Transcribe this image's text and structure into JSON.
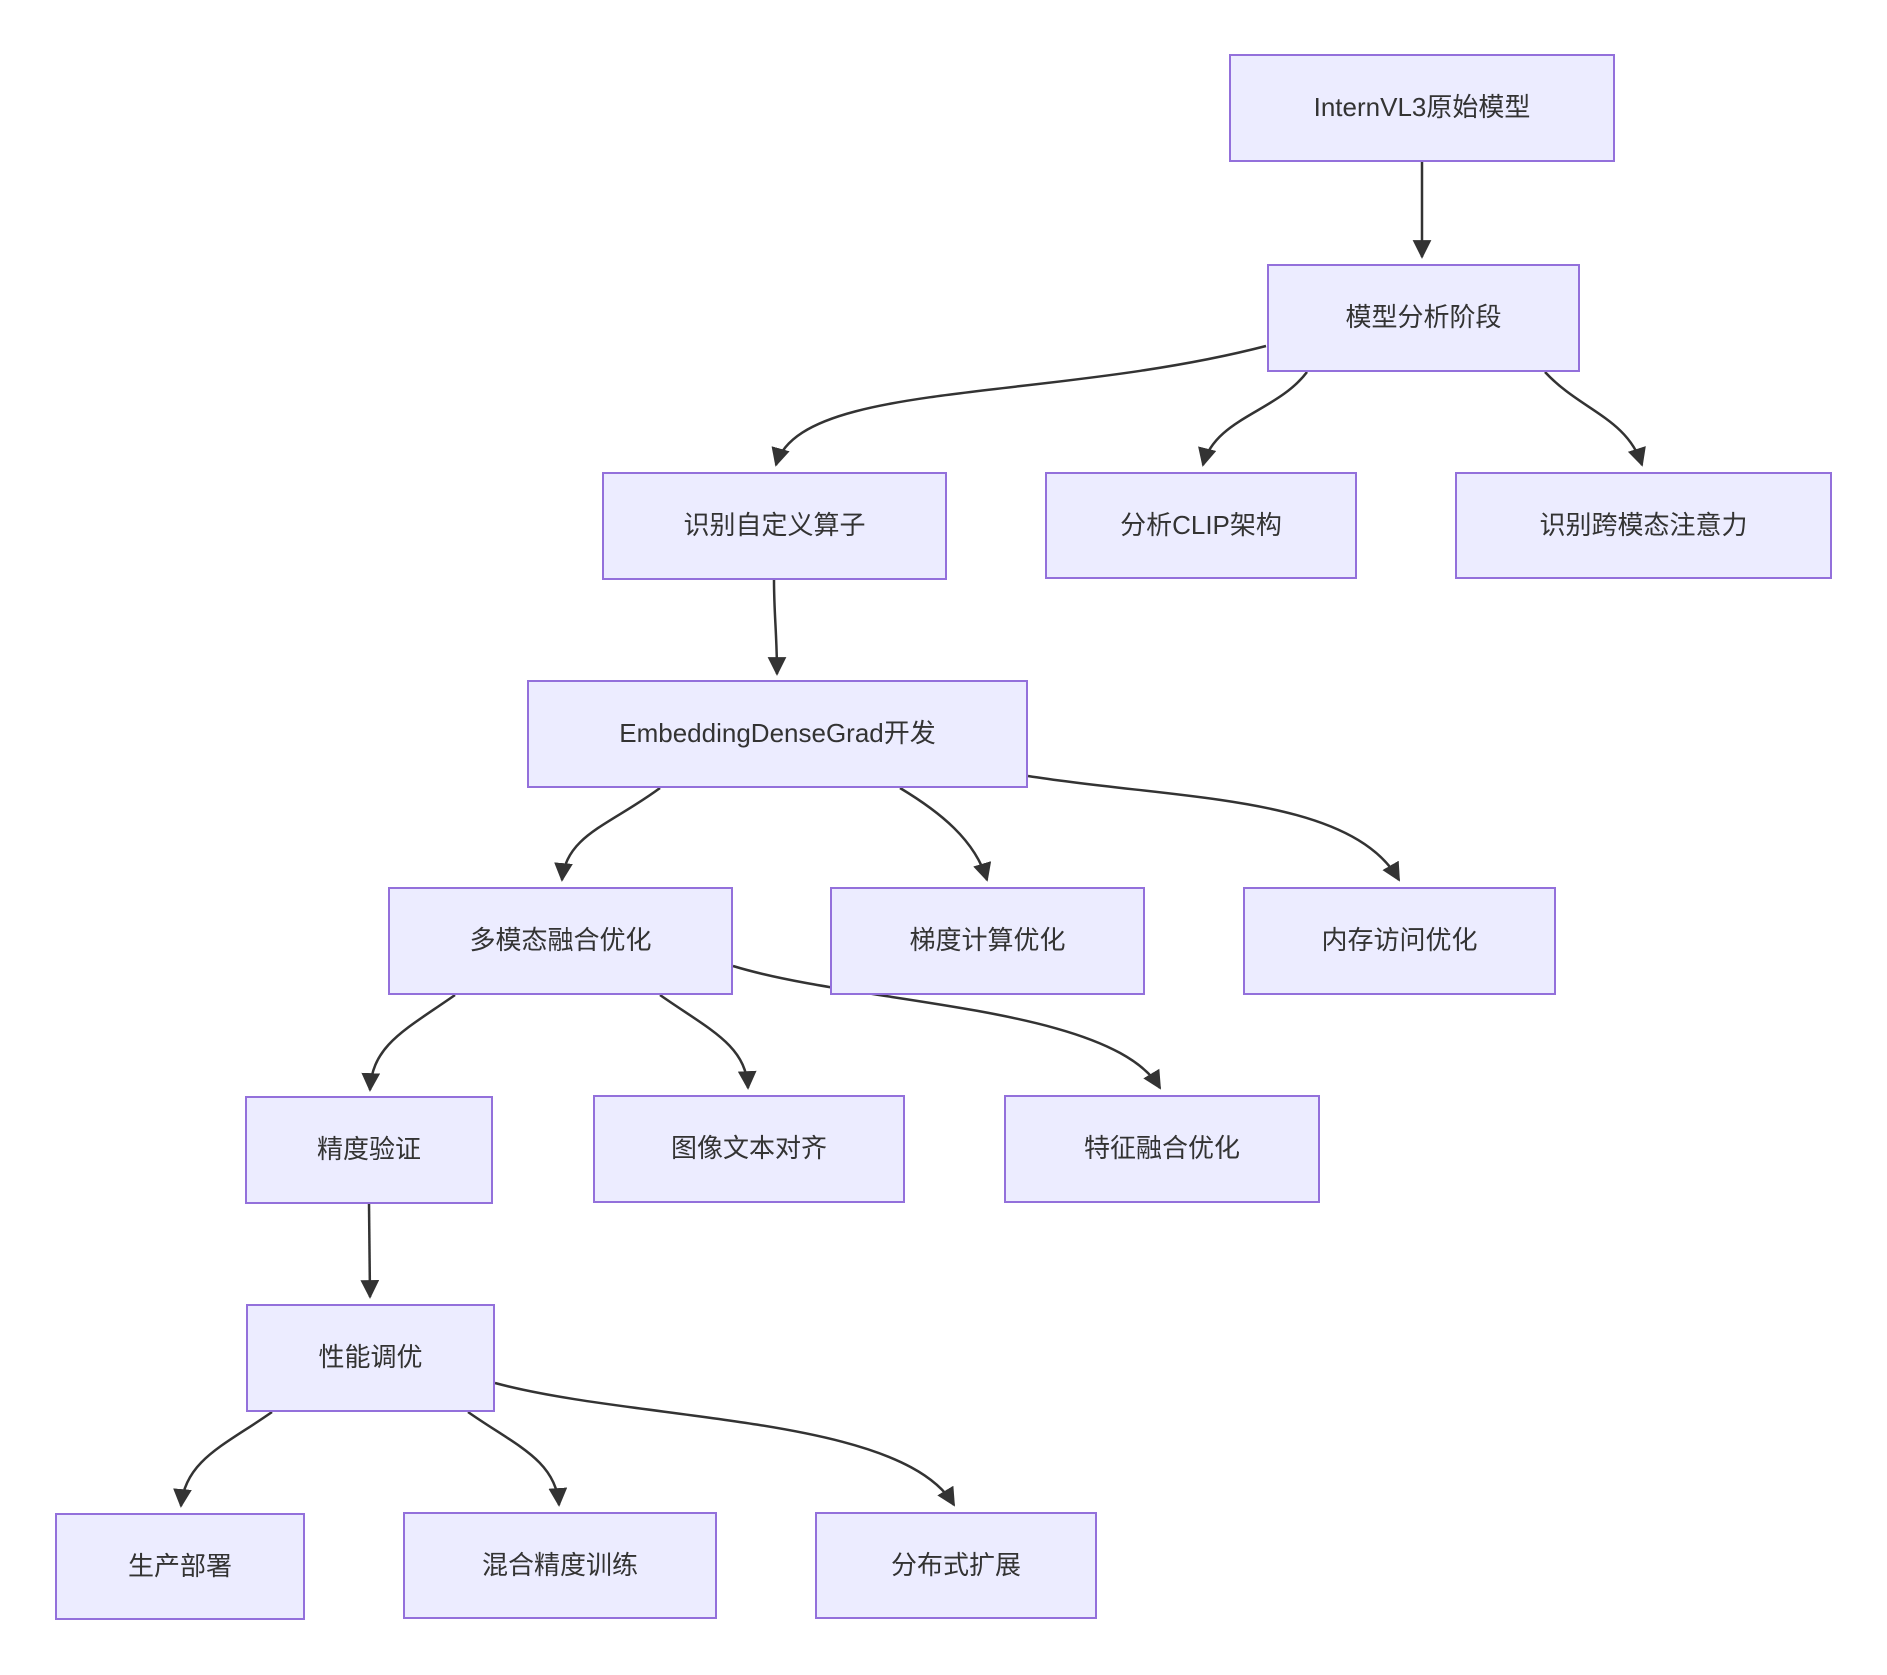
{
  "diagram": {
    "type": "flowchart-top-down",
    "colors": {
      "node_fill": "#ECECFF",
      "node_border": "#9370DB",
      "edge": "#333333",
      "text": "#333333",
      "background": "#FFFFFF"
    },
    "nodes": {
      "a": {
        "label": "InternVL3原始模型"
      },
      "b": {
        "label": "模型分析阶段"
      },
      "c": {
        "label": "识别自定义算子"
      },
      "d": {
        "label": "分析CLIP架构"
      },
      "e": {
        "label": "识别跨模态注意力"
      },
      "f": {
        "label": "EmbeddingDenseGrad开发"
      },
      "g": {
        "label": "多模态融合优化"
      },
      "h": {
        "label": "梯度计算优化"
      },
      "i": {
        "label": "内存访问优化"
      },
      "j": {
        "label": "精度验证"
      },
      "k": {
        "label": "图像文本对齐"
      },
      "l": {
        "label": "特征融合优化"
      },
      "m": {
        "label": "性能调优"
      },
      "n": {
        "label": "生产部署"
      },
      "o": {
        "label": "混合精度训练"
      },
      "p": {
        "label": "分布式扩展"
      }
    },
    "edges": [
      {
        "from": "InternVL3原始模型",
        "to": "模型分析阶段"
      },
      {
        "from": "模型分析阶段",
        "to": "识别自定义算子"
      },
      {
        "from": "模型分析阶段",
        "to": "分析CLIP架构"
      },
      {
        "from": "模型分析阶段",
        "to": "识别跨模态注意力"
      },
      {
        "from": "识别自定义算子",
        "to": "EmbeddingDenseGrad开发"
      },
      {
        "from": "EmbeddingDenseGrad开发",
        "to": "多模态融合优化"
      },
      {
        "from": "EmbeddingDenseGrad开发",
        "to": "梯度计算优化"
      },
      {
        "from": "EmbeddingDenseGrad开发",
        "to": "内存访问优化"
      },
      {
        "from": "多模态融合优化",
        "to": "精度验证"
      },
      {
        "from": "多模态融合优化",
        "to": "图像文本对齐"
      },
      {
        "from": "多模态融合优化",
        "to": "特征融合优化"
      },
      {
        "from": "精度验证",
        "to": "性能调优"
      },
      {
        "from": "性能调优",
        "to": "生产部署"
      },
      {
        "from": "性能调优",
        "to": "混合精度训练"
      },
      {
        "from": "性能调优",
        "to": "分布式扩展"
      }
    ]
  }
}
